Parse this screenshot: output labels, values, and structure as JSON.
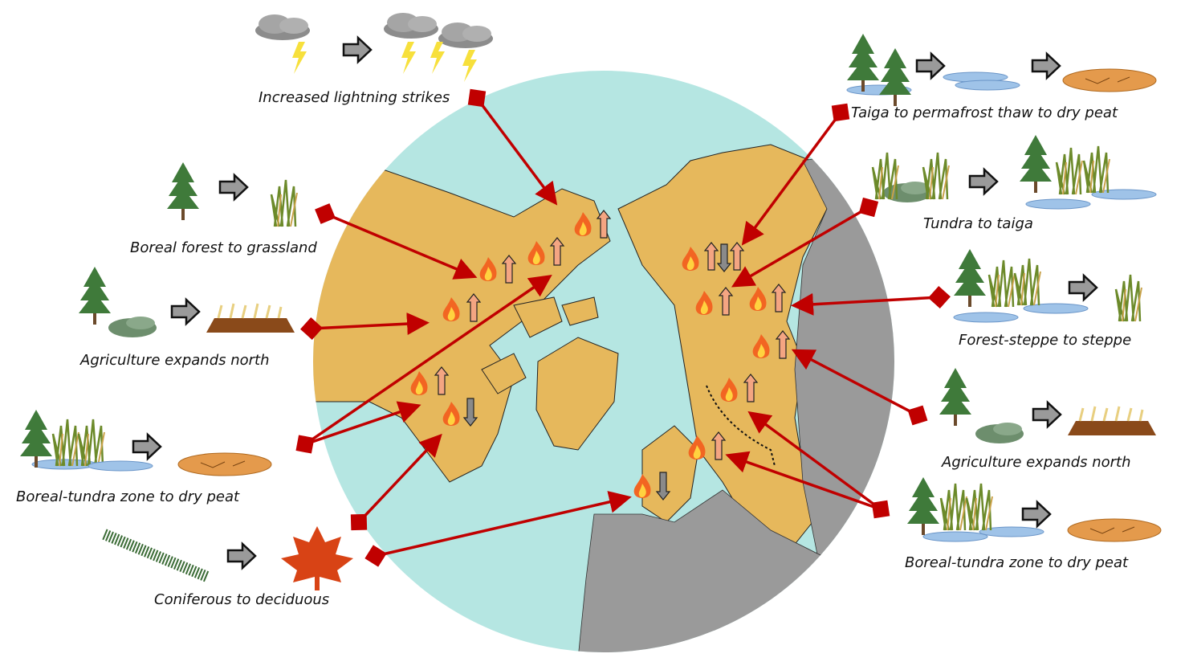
{
  "title_labels": {
    "lightning": "Increased lightning strikes",
    "boreal_grass": "Boreal forest to grassland",
    "agri_west": "Agriculture expands north",
    "peat_west": "Boreal-tundra zone to dry peat",
    "conif_decid": "Coniferous to deciduous",
    "taiga_peat": "Taiga to permafrost thaw to dry peat",
    "tundra_taiga": "Tundra to taiga",
    "steppe": "Forest-steppe to steppe",
    "agri_east": "Agriculture expands north",
    "peat_east": "Boreal-tundra zone to dry peat"
  },
  "colors": {
    "ocean": "#b5e6e2",
    "land_boreal": "#e6b85c",
    "land_other": "#9a9a9a",
    "arrow": "#c00000",
    "trend_up": "#f4a582",
    "trend_down": "#8a8a8a"
  },
  "icons": [
    "lightning-cloud-icon",
    "tree-icon",
    "grass-icon",
    "fire-icon",
    "trend-up-arrow-icon",
    "trend-down-arrow-icon",
    "maple-leaf-icon",
    "pine-branch-icon",
    "dry-peat-icon",
    "crop-field-icon"
  ]
}
